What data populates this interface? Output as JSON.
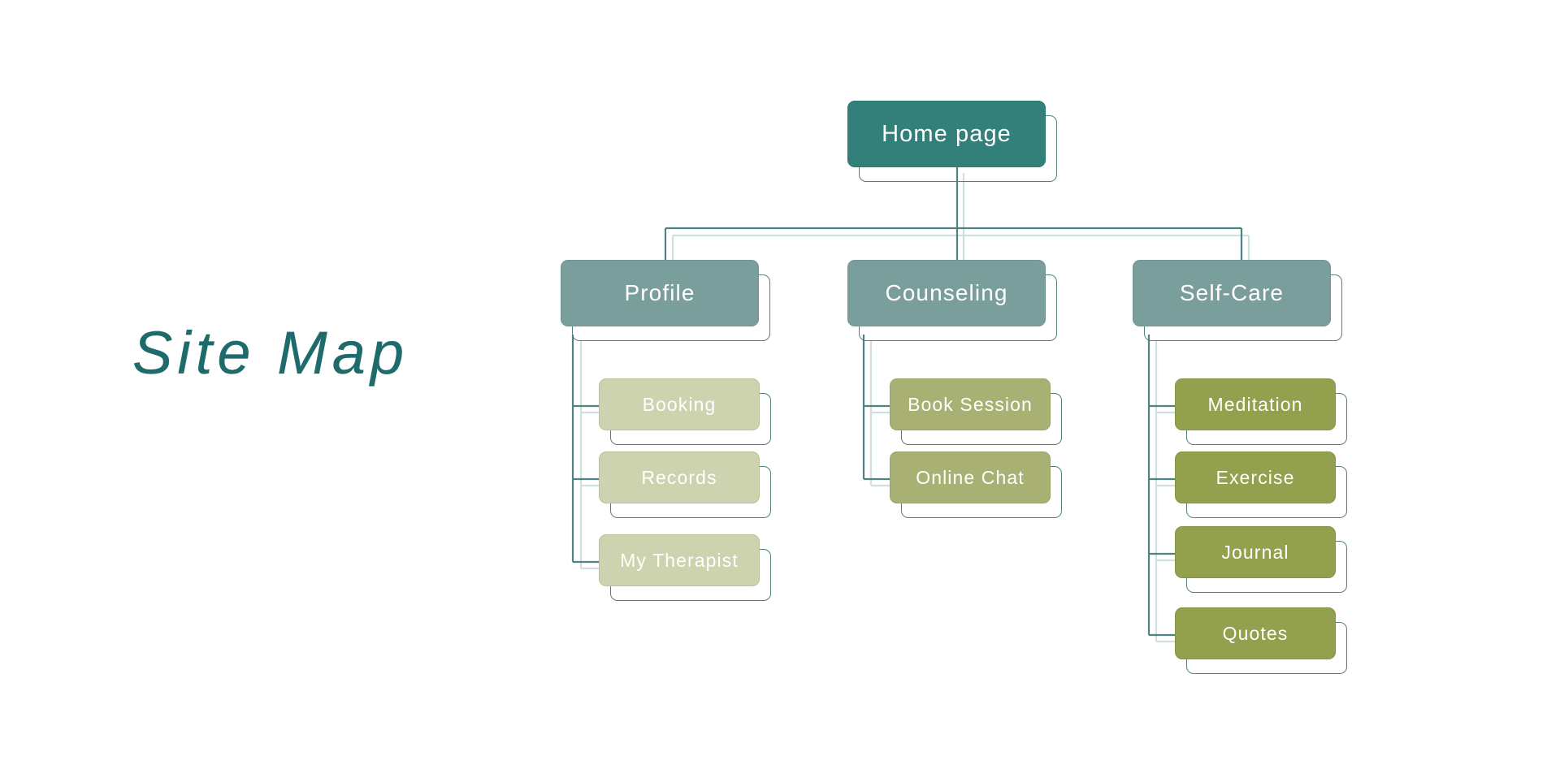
{
  "page": {
    "title_text": "Site Map",
    "background": "#ffffff"
  },
  "palette": {
    "root_fill": "#337f79",
    "section_fill": "#7a9e9c",
    "profile_child_fill": "#ccd3ae",
    "counseling_child_fill": "#a8b173",
    "selfcare_child_fill": "#93a14f",
    "outline": "#51807e",
    "connector_dark": "#4f8280",
    "connector_light": "#cfe0dd",
    "label_color": "#ffffff",
    "title_color": "#1f6b6b"
  },
  "sitemap": {
    "root": {
      "label": "Home page"
    },
    "sections": [
      {
        "label": "Profile",
        "children": [
          {
            "label": "Booking"
          },
          {
            "label": "Records"
          },
          {
            "label": "My Therapist"
          }
        ]
      },
      {
        "label": "Counseling",
        "children": [
          {
            "label": "Book Session"
          },
          {
            "label": "Online Chat"
          }
        ]
      },
      {
        "label": "Self-Care",
        "children": [
          {
            "label": "Meditation"
          },
          {
            "label": "Exercise"
          },
          {
            "label": "Journal"
          },
          {
            "label": "Quotes"
          }
        ]
      }
    ]
  }
}
